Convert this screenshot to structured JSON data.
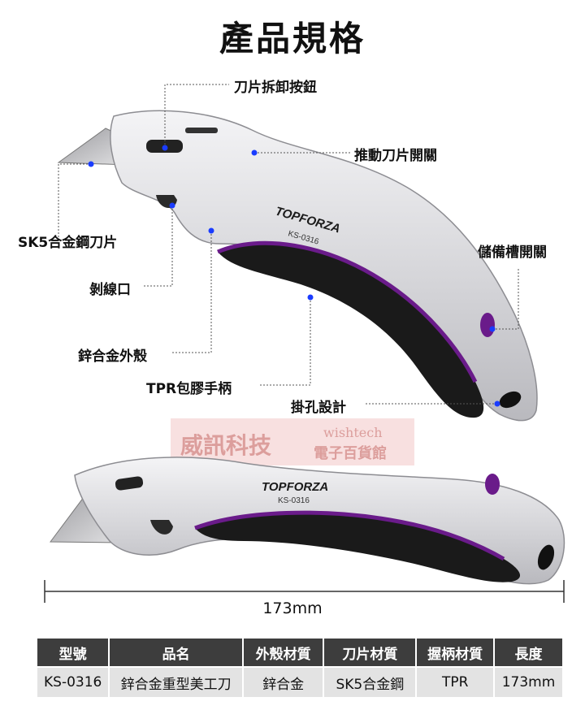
{
  "title": "產品規格",
  "callouts": {
    "blade_release": "刀片拆卸按鈕",
    "blade_slider": "推動刀片開關",
    "sk5_blade": "SK5合金鋼刀片",
    "storage_switch": "儲備槽開關",
    "wire_stripper": "剝線口",
    "zinc_shell": "鋅合金外殼",
    "tpr_handle": "TPR包膠手柄",
    "hang_hole": "掛孔設計"
  },
  "brand": "TOPFORZA",
  "model_on_body": "KS-0316",
  "watermark": {
    "cn": "威訊科技",
    "en": "wishtech",
    "sub": "電子百貨館"
  },
  "dimension": "173mm",
  "colors": {
    "accent_purple": "#6a1b8a",
    "body_silver": "#d8d8dc",
    "grip_black": "#1a1a1a",
    "dot_blue": "#1a3cff"
  },
  "spec_table": {
    "headers": [
      "型號",
      "品名",
      "外殼材質",
      "刀片材質",
      "握柄材質",
      "長度"
    ],
    "row": [
      "KS-0316",
      "鋅合金重型美工刀",
      "鋅合金",
      "SK5合金鋼",
      "TPR",
      "173mm"
    ]
  }
}
